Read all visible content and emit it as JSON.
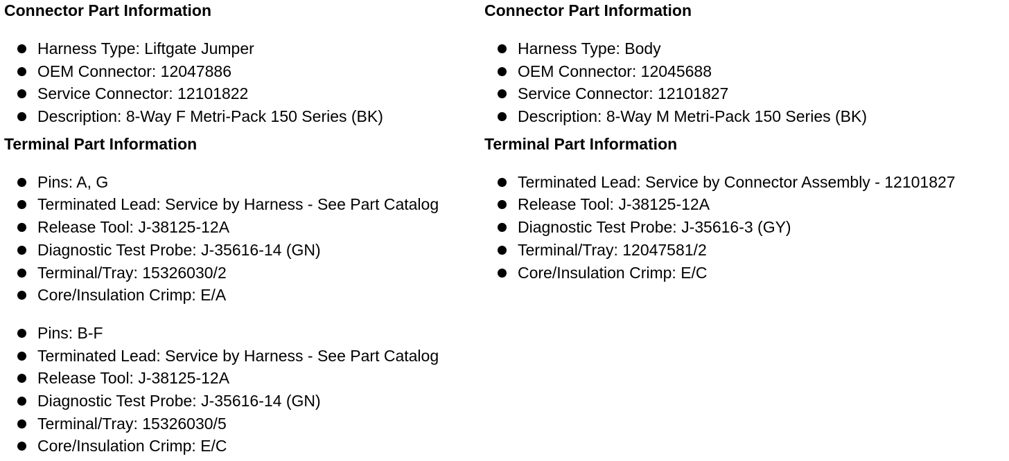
{
  "left": {
    "connector_heading": "Connector Part Information",
    "connector_items": [
      "Harness Type: Liftgate Jumper",
      "OEM Connector: 12047886",
      "Service Connector: 12101822",
      "Description: 8-Way F Metri-Pack 150 Series (BK)"
    ],
    "terminal_heading": "Terminal Part Information",
    "terminal_group_1": [
      "Pins: A, G",
      "Terminated Lead: Service by Harness - See Part Catalog",
      "Release Tool: J-38125-12A",
      "Diagnostic Test Probe: J-35616-14 (GN)",
      "Terminal/Tray: 15326030/2",
      "Core/Insulation Crimp: E/A"
    ],
    "terminal_group_2": [
      "Pins: B-F",
      "Terminated Lead: Service by Harness - See Part Catalog",
      "Release Tool: J-38125-12A",
      "Diagnostic Test Probe: J-35616-14 (GN)",
      "Terminal/Tray: 15326030/5",
      "Core/Insulation Crimp: E/C"
    ]
  },
  "right": {
    "connector_heading": "Connector Part Information",
    "connector_items": [
      "Harness Type: Body",
      "OEM Connector: 12045688",
      "Service Connector: 12101827",
      "Description: 8-Way M Metri-Pack 150 Series (BK)"
    ],
    "terminal_heading": "Terminal Part Information",
    "terminal_group_1": [
      "Terminated Lead: Service by Connector Assembly - 12101827",
      "Release Tool: J-38125-12A",
      "Diagnostic Test Probe: J-35616-3 (GY)",
      "Terminal/Tray: 12047581/2",
      "Core/Insulation Crimp: E/C"
    ]
  }
}
